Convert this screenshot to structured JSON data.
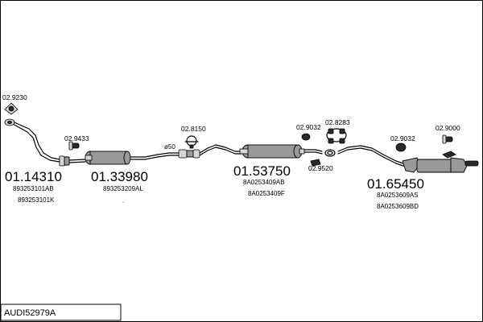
{
  "model": "AUDI52979A",
  "parts": [
    {
      "number": "01.14310",
      "codes": [
        "893253101AB",
        "893253101K"
      ]
    },
    {
      "number": "01.33980",
      "codes": [
        "893253209AL"
      ]
    },
    {
      "number": "01.53750",
      "codes": [
        "8A0253409AB",
        "8A0253409F"
      ]
    },
    {
      "number": "01.65450",
      "codes": [
        "8A0253609AS",
        "8A0253609BD"
      ]
    }
  ],
  "accessories": [
    {
      "number": "02.9230"
    },
    {
      "number": "02.9433"
    },
    {
      "number": "02.8150"
    },
    {
      "number": "02.9032"
    },
    {
      "number": "02.8283"
    },
    {
      "number": "02.9520"
    },
    {
      "number": "02.9032"
    },
    {
      "number": "02.9000"
    }
  ],
  "annotations": {
    "diameter": "ø50",
    "dot": "."
  }
}
